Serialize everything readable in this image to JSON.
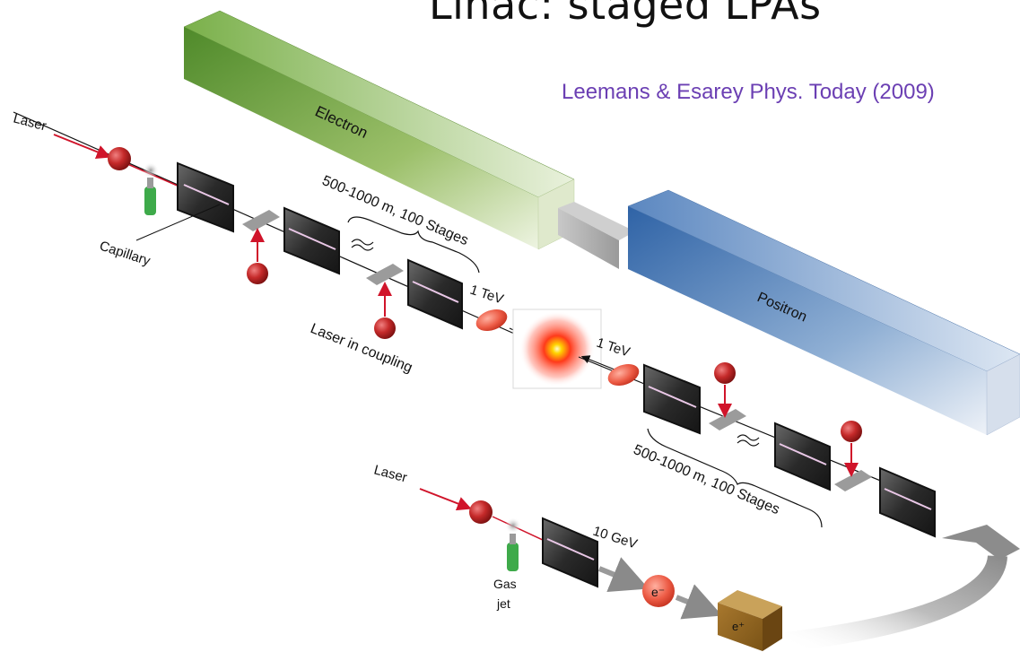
{
  "title": "Linac: staged LPAs",
  "citation": "Leemans & Esarey Phys. Today (2009)",
  "labels": {
    "electron": "Electron",
    "positron": "Positron",
    "laser_top": "Laser",
    "capillary": "Capillary",
    "stages_top": "500-1000 m, 100 Stages",
    "laser_in_coupling": "Laser in coupling",
    "tev_left": "1 TeV",
    "tev_right": "1 TeV",
    "stages_bottom": "500-1000 m, 100 Stages",
    "laser_bottom": "Laser",
    "gev": "10 GeV",
    "gas": "Gas",
    "jet": "jet",
    "e_minus": "e⁻",
    "e_plus": "e⁺"
  },
  "colors": {
    "electron_block": "#6a9a3c",
    "positron_block": "#3f6fae",
    "laser_red": "#d0142a",
    "bunch_red": "#e84a3a",
    "citation": "#6b3fb3"
  }
}
